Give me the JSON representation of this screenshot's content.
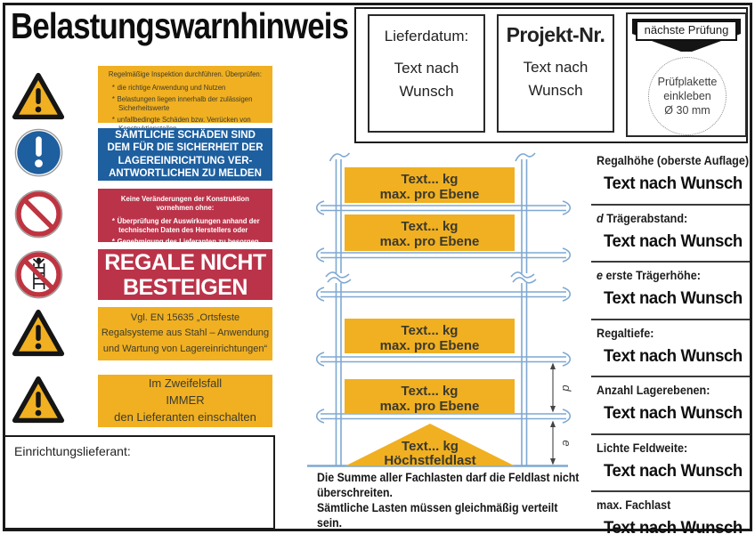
{
  "title": "Belastungswarnhinweis",
  "header": {
    "lieferdatum_label": "Lieferdatum:",
    "lieferdatum_value": "Text nach\nWunsch",
    "projekt_label": "Projekt-Nr.",
    "projekt_value": "Text nach\nWunsch",
    "pruefung_banner": "nächste Prüfung",
    "pruefung_circle": "Prüfplakette\neinkleben\nØ 30 mm"
  },
  "warnings": {
    "inspektion": {
      "bullet_marker": "*",
      "title": "Regelmäßige Inspektion durchführen. Überprüfen:",
      "bullets": [
        "die richtige Anwendung und Nutzen",
        "Belastungen liegen innerhalb der zulässigen Sicherheitswerte",
        "unfallbedingte Schäden bzw. Verrücken von Konstruktionsteilen"
      ]
    },
    "schaeden": "SÄMTLICHE SCHÄDEN SIND\nDEM FÜR DIE SICHERHEIT DER\nLAGEREINRICHTUNG VER-\nANTWORTLICHEN ZU MELDEN",
    "veraenderungen": {
      "bullet_marker": "*",
      "title": "Keine Veränderungen der Konstruktion vornehmen ohne:",
      "bullets": [
        "Überprüfung der Auswirkungen anhand der technischen Daten des Herstellers oder",
        "Genehmigung des Lieferanten zu besorgen"
      ]
    },
    "besteigen": "REGALE NICHT\nBESTEIGEN",
    "norm": "Vgl. EN 15635 „Ortsfeste\nRegalsysteme aus Stahl – Anwendung\nund Wartung von Lagereinrichtungen“",
    "zweifelsfall": "Im Zweifelsfall\nIMMER\nden Lieferanten einschalten"
  },
  "supplier_label": "Einrichtungslieferant:",
  "rack": {
    "level_line1": "Text... kg",
    "level_line2": "max. pro Ebene",
    "field_line1": "Text... kg",
    "field_line2": "Höchstfeldlast",
    "dim_d": "d",
    "dim_e": "e",
    "note": "Die Summe aller Fachlasten darf die Feldlast nicht\nüberschreiten.\nSämtliche Lasten müssen gleichmäßig verteilt sein."
  },
  "specs": [
    {
      "label": "Regalhöhe (oberste Auflage):",
      "value": "Text nach Wunsch"
    },
    {
      "prefix": "d",
      "label": " Trägerabstand:",
      "value": "Text nach Wunsch"
    },
    {
      "prefix": "e",
      "label": " erste Trägerhöhe:",
      "value": "Text nach Wunsch"
    },
    {
      "label": "Regaltiefe:",
      "value": "Text nach Wunsch"
    },
    {
      "label": "Anzahl Lagerebenen:",
      "value": "Text nach Wunsch"
    },
    {
      "label": "Lichte Feldweite:",
      "value": "Text nach Wunsch"
    },
    {
      "label": "max. Fachlast",
      "value": "Text nach Wunsch"
    }
  ],
  "colors": {
    "sign_yellow": "#F0B021",
    "sign_blue": "#1E5F9F",
    "sign_red": "#BB3349",
    "rack_blue": "#7FA8D2",
    "frame_black": "#1a1a1a"
  }
}
